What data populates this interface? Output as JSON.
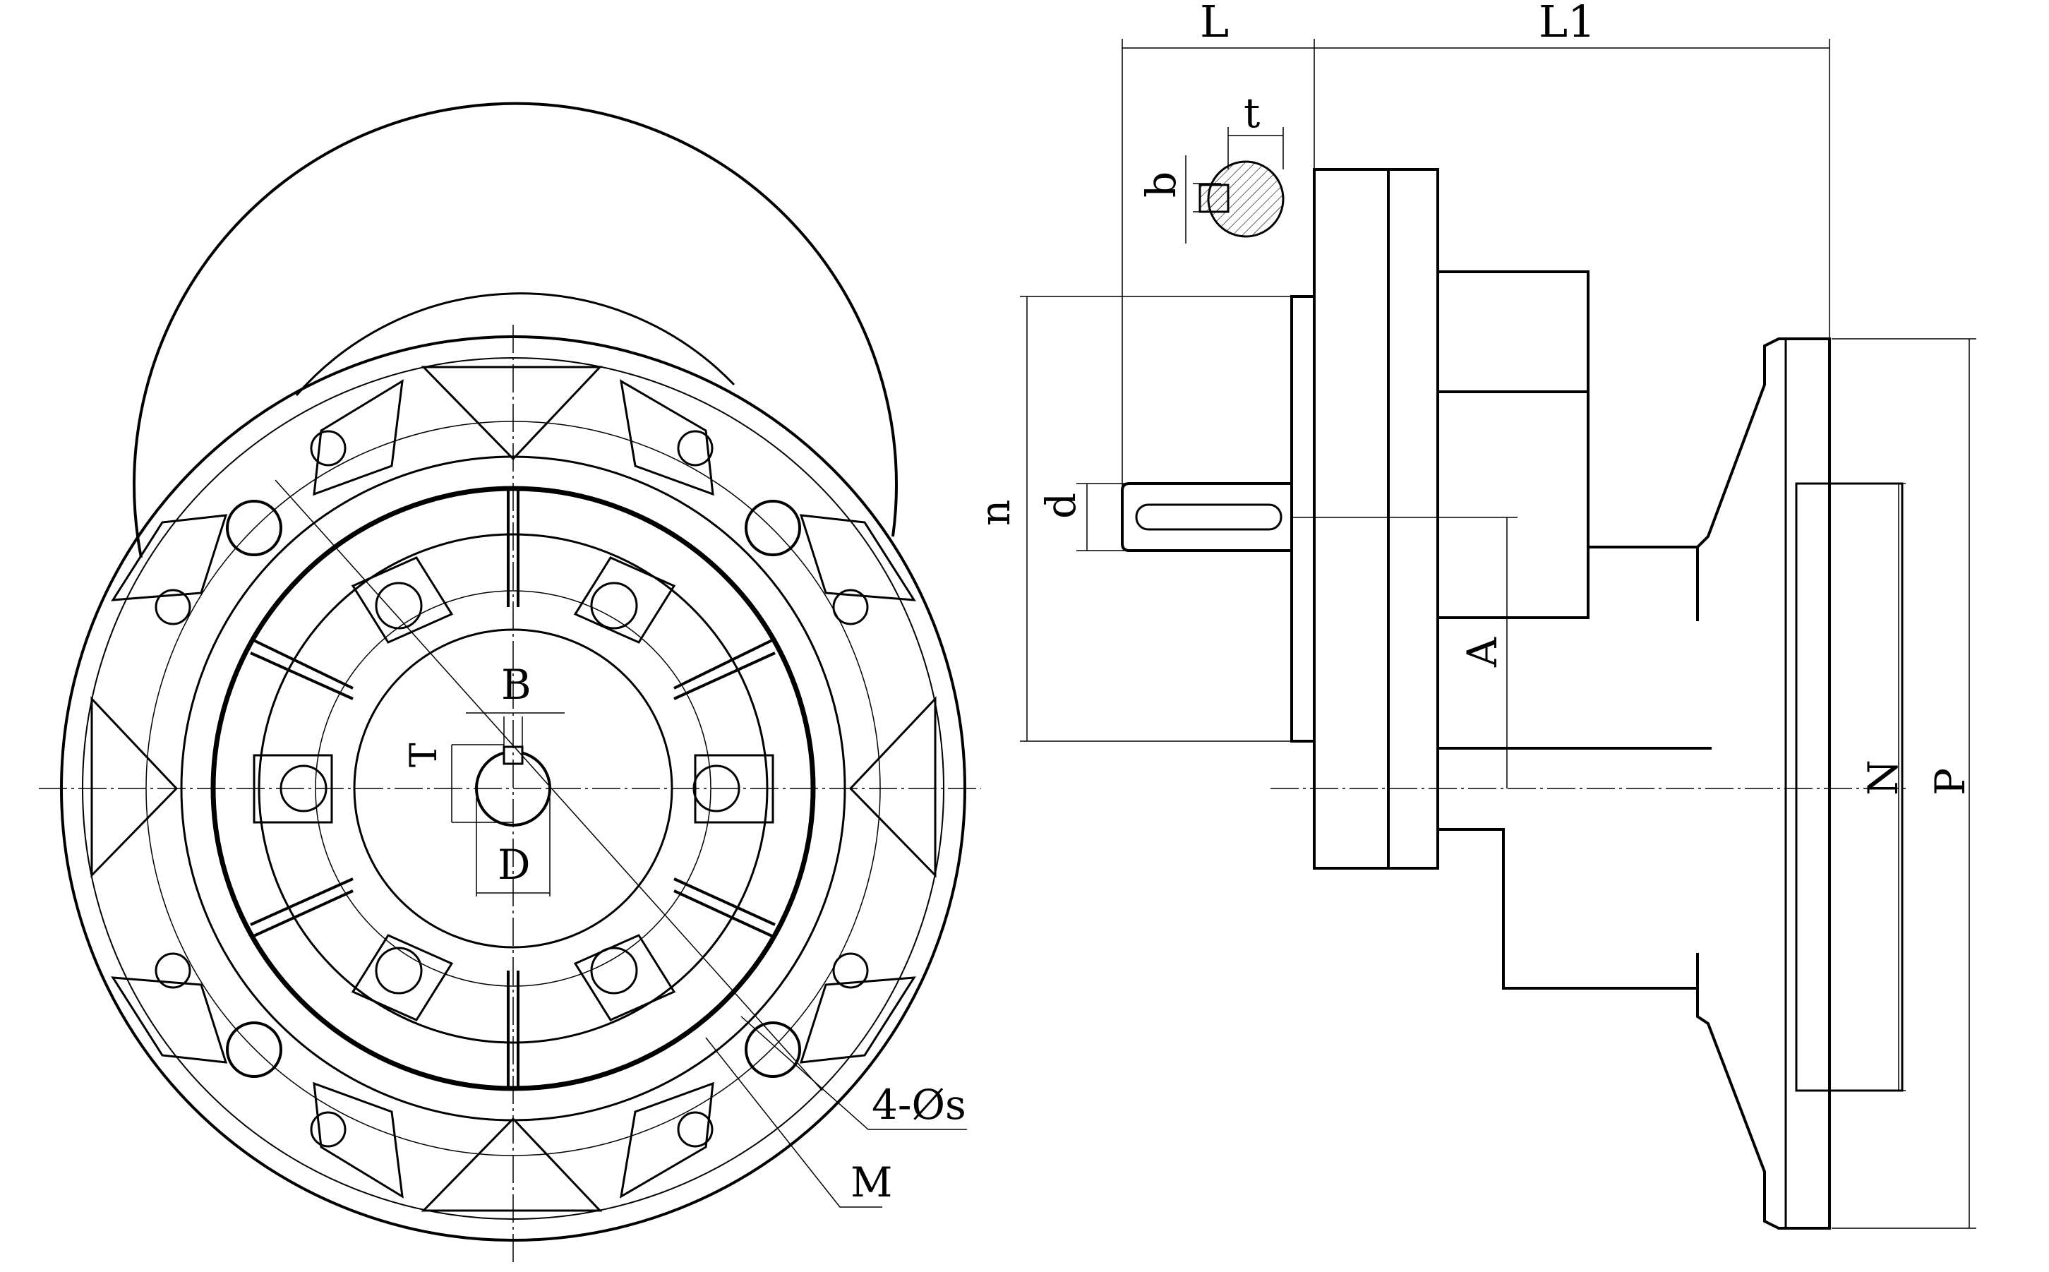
{
  "labels": {
    "L": "L",
    "L1": "L1",
    "t": "t",
    "b": "b",
    "n": "n",
    "d": "d",
    "A": "A",
    "N": "N",
    "P": "P",
    "B": "B",
    "T": "T",
    "D": "D",
    "holes": "4-Øs",
    "M": "M"
  }
}
